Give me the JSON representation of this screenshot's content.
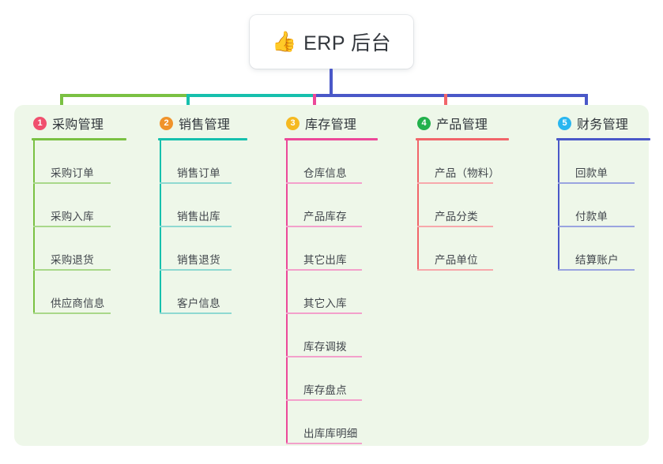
{
  "root": {
    "icon": "thumbs-up-icon",
    "emoji": "👍",
    "title": "ERP 后台"
  },
  "palette": {
    "panel_bg": "#eef7e9",
    "page_bg": "#ffffff",
    "text": "#2f343a",
    "item_text": "#41464c"
  },
  "connectors": {
    "root_stem_color": "#4a58c8",
    "segments": [
      {
        "name": "segment-green",
        "color": "#7ac143"
      },
      {
        "name": "segment-teal",
        "color": "#16c0ad"
      },
      {
        "name": "segment-blue",
        "color": "#4a58c8"
      }
    ],
    "drops": [
      {
        "name": "drop-purchase",
        "color": "#7ac143"
      },
      {
        "name": "drop-sales",
        "color": "#16c0ad"
      },
      {
        "name": "drop-inventory",
        "color": "#ec4899"
      },
      {
        "name": "drop-product",
        "color": "#f1656a"
      },
      {
        "name": "drop-finance",
        "color": "#4a58c8"
      }
    ]
  },
  "columns": [
    {
      "id": "purchase",
      "number": "1",
      "title": "采购管理",
      "badge_color": "#f0506e",
      "accent": "#7ac143",
      "rule_color": "#7ac143",
      "item_rule_color": "#a9d88a",
      "items": [
        {
          "label": "采购订单"
        },
        {
          "label": "采购入库"
        },
        {
          "label": "采购退货"
        },
        {
          "label": "供应商信息"
        }
      ]
    },
    {
      "id": "sales",
      "number": "2",
      "title": "销售管理",
      "badge_color": "#f0932b",
      "accent": "#16c0ad",
      "rule_color": "#16c0ad",
      "item_rule_color": "#8fd9d1",
      "items": [
        {
          "label": "销售订单"
        },
        {
          "label": "销售出库"
        },
        {
          "label": "销售退货"
        },
        {
          "label": "客户信息"
        }
      ]
    },
    {
      "id": "inventory",
      "number": "3",
      "title": "库存管理",
      "badge_color": "#f5b921",
      "accent": "#ec4899",
      "rule_color": "#ec4899",
      "item_rule_color": "#f3a0cb",
      "items": [
        {
          "label": "仓库信息"
        },
        {
          "label": "产品库存"
        },
        {
          "label": "其它出库"
        },
        {
          "label": "其它入库"
        },
        {
          "label": "库存调拨"
        },
        {
          "label": "库存盘点"
        },
        {
          "label": "出库库明细"
        }
      ]
    },
    {
      "id": "product",
      "number": "4",
      "title": "产品管理",
      "badge_color": "#22b14c",
      "accent": "#f1656a",
      "rule_color": "#f1656a",
      "item_rule_color": "#f7a8ab",
      "items": [
        {
          "label": "产品（物料）"
        },
        {
          "label": "产品分类"
        },
        {
          "label": "产品单位"
        }
      ]
    },
    {
      "id": "finance",
      "number": "5",
      "title": "财务管理",
      "badge_color": "#29b6f0",
      "accent": "#4a58c8",
      "rule_color": "#4a58c8",
      "item_rule_color": "#9aa4e0",
      "items": [
        {
          "label": "回款单"
        },
        {
          "label": "付款单"
        },
        {
          "label": "结算账户"
        }
      ]
    }
  ]
}
